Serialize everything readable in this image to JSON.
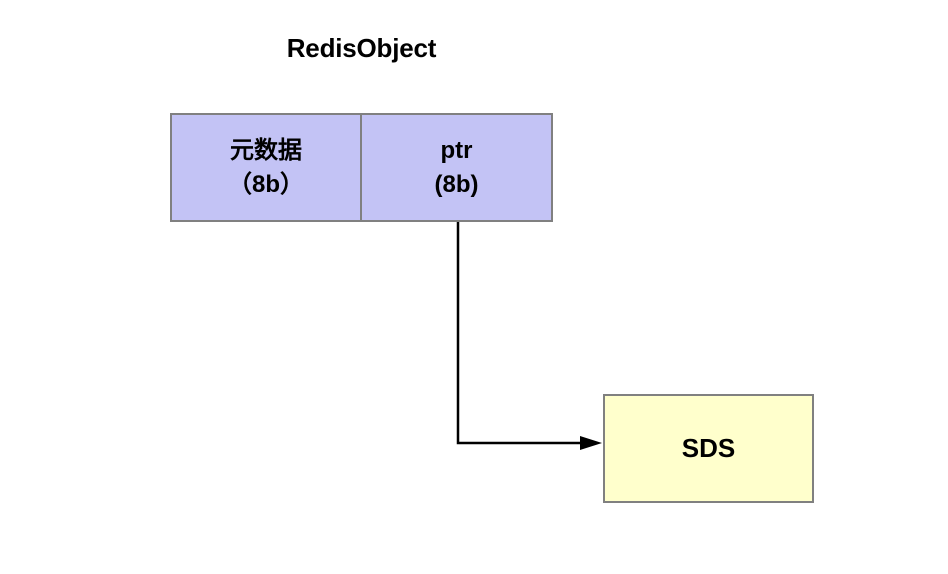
{
  "diagram": {
    "title": "RedisObject",
    "background_color": "#ffffff",
    "struct_box": {
      "name": "RedisObject",
      "fill_color": "#c3c3f5",
      "border_color": "#808080",
      "cells": [
        {
          "line1": "元数据",
          "line2": "（8b）"
        },
        {
          "line1": "ptr",
          "line2": "(8b)"
        }
      ]
    },
    "target_box": {
      "label": "SDS",
      "fill_color": "#ffffcc",
      "border_color": "#808080"
    },
    "connector": {
      "from": "ptr",
      "to": "SDS",
      "style": "elbow",
      "arrowhead": "filled-triangle",
      "color": "#000000"
    }
  }
}
